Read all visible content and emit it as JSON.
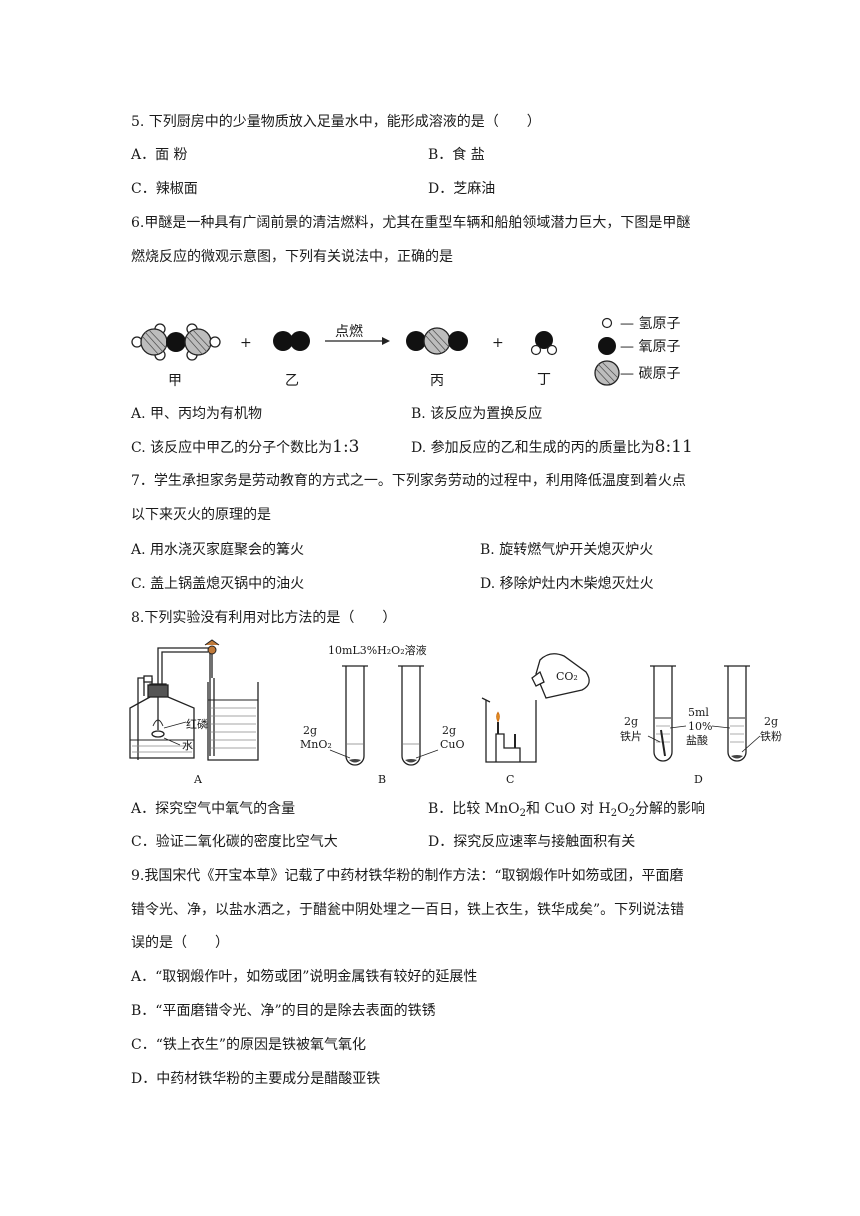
{
  "q5": {
    "stem": "5. 下列厨房中的少量物质放入足量水中，能形成溶液的是（　　）",
    "options": [
      "A．面 粉",
      "B．食 盐",
      "C．辣椒面",
      "D．芝麻油"
    ]
  },
  "q6": {
    "stem_line1": "6.甲醚是一种具有广阔前景的清洁燃料，尤其在重型车辆和船舶领域潜力巨大，下图是甲醚",
    "stem_line2": "燃烧反应的微观示意图，下列有关说法中，正确的是",
    "diagram": {
      "plus": "+",
      "arrow_label": "点燃",
      "labels": [
        "甲",
        "乙",
        "丙",
        "丁"
      ],
      "legend": [
        "— 氢原子",
        "— 氧原子",
        "— 碳原子"
      ]
    },
    "opt_a": "A.  甲、丙均为有机物",
    "opt_b": "B.  该反应为置换反应",
    "opt_c_text": "C.  该反应中甲乙的分子个数比为",
    "opt_c_ratio": "1:3",
    "opt_d_text": "D.  参加反应的乙和生成的丙的质量比为",
    "opt_d_ratio": "8:11"
  },
  "q7": {
    "stem_line1": "7．学生承担家务是劳动教育的方式之一。下列家务劳动的过程中，利用降低温度到着火点",
    "stem_line2": "以下来灭火的原理的是",
    "options": [
      "A.  用水浇灭家庭聚会的篝火",
      "B.  旋转燃气炉开关熄灭炉火",
      "C.  盖上锅盖熄灭锅中的油火",
      "D.  移除炉灶内木柴熄灭灶火"
    ]
  },
  "q8": {
    "stem": "8.下列实验没有利用对比方法的是（　　）",
    "diagram": {
      "a_red_p": "红磷",
      "a_water": "水",
      "b_top": "10mL3%H₂O₂溶液",
      "b_left_mass": "2g",
      "b_left_chem": "MnO₂",
      "b_right_mass": "2g",
      "b_right_chem": "CuO",
      "c_gas": "CO₂",
      "d_left_mass": "2g",
      "d_left_name": "铁片",
      "d_mid_1": "5ml",
      "d_mid_2": "10%",
      "d_mid_3": "盐酸",
      "d_right_mass": "2g",
      "d_right_name": "铁粉",
      "captions": [
        "A",
        "B",
        "C",
        "D"
      ]
    },
    "opt_a": "A．探究空气中氧气的含量",
    "opt_b_1": "B．比较 MnO",
    "opt_b_2": "和 CuO 对 H",
    "opt_b_3": "O",
    "opt_b_4": "分解的影响",
    "sub2": "2",
    "opt_c": "C．验证二氧化碳的密度比空气大",
    "opt_d": "D．探究反应速率与接触面积有关"
  },
  "q9": {
    "stem_line1": "9.我国宋代《开宝本草》记载了中药材铁华粉的制作方法：“取钢煅作叶如笏或团，平面磨",
    "stem_line2": "错令光、净，以盐水洒之，于醋瓮中阴处埋之一百日，铁上衣生，铁华成矣”。下列说法错",
    "stem_line3": "误的是（　　）",
    "options": [
      "A．“取钢煅作叶，如笏或团”说明金属铁有较好的延展性",
      "B．“平面磨错令光、净”的目的是除去表面的铁锈",
      "C．“铁上衣生”的原因是铁被氧气氧化",
      "D．中药材铁华粉的主要成分是醋酸亚铁"
    ]
  }
}
